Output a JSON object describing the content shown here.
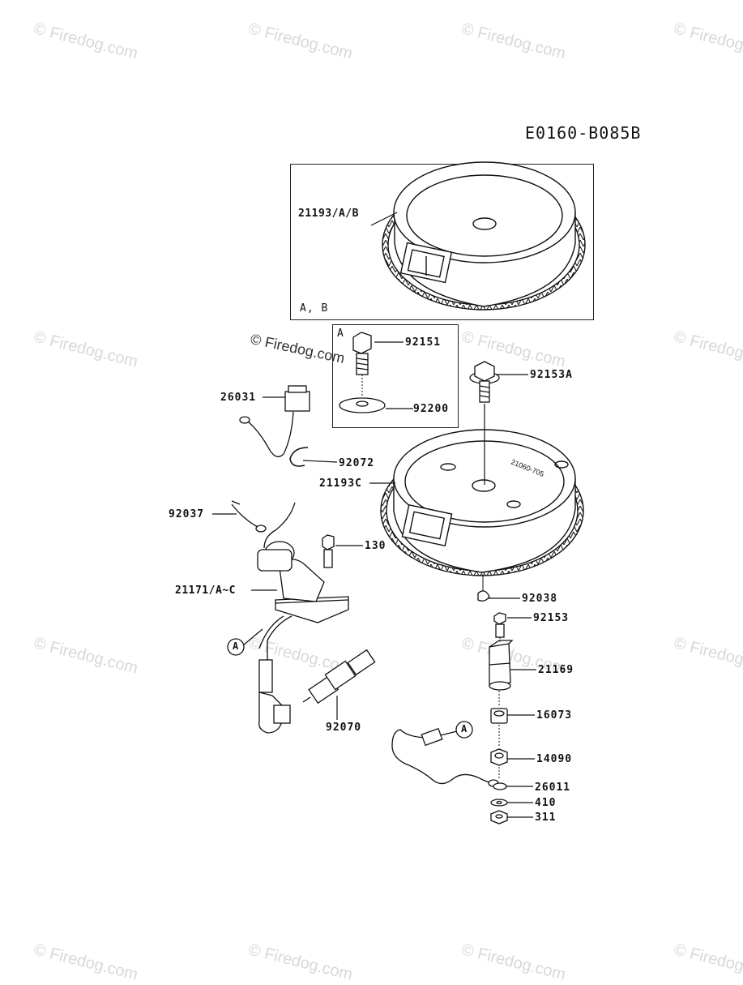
{
  "watermark": "© Firedog.com",
  "diagram_code": "E0160-B085B",
  "frame_note": "A, B",
  "inset_label": "A",
  "callout_letter": "A",
  "parts": {
    "flywheel_ab": "21193/A/B",
    "bolt_92151": "92151",
    "washer_92200": "92200",
    "bolt_92153a": "92153A",
    "ignition_26031": "26031",
    "clip_92072": "92072",
    "flywheel_c": "21193C",
    "terminal_92037": "92037",
    "bolt_130": "130",
    "coil_21171": "21171/A~C",
    "key_92038": "92038",
    "bolt_92153": "92153",
    "pulser_21169": "21169",
    "nut_16073": "16073",
    "nut_14090": "14090",
    "lead_26011": "26011",
    "washer_410": "410",
    "nut_311": "311",
    "plug_92070": "92070"
  },
  "flywheel_stamp": "21060-705",
  "colors": {
    "line": "#111111",
    "watermark": "#d8d8d8",
    "frame": "#222222"
  }
}
